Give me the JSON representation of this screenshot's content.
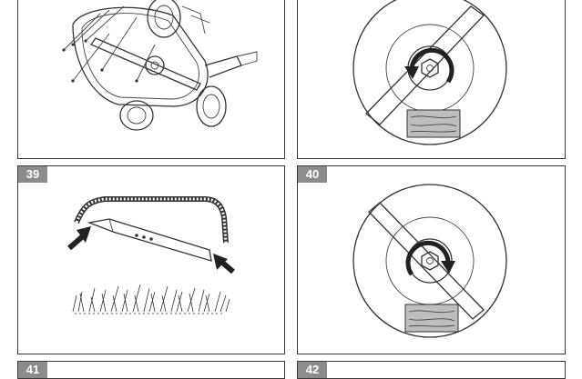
{
  "figures": [
    {
      "id": "fig-38-left",
      "number": ""
    },
    {
      "id": "fig-38-right",
      "number": ""
    },
    {
      "id": "fig-39",
      "number": "39"
    },
    {
      "id": "fig-40",
      "number": "40"
    },
    {
      "id": "fig-41",
      "number": "41"
    },
    {
      "id": "fig-42",
      "number": "42"
    }
  ],
  "colors": {
    "badge_bg": "#8c8c8c",
    "border": "#3a3a3a",
    "line": "#333333",
    "wood": "#bdbdbd"
  },
  "icons": [
    "lawnmower-underside-illustration",
    "rotate-counterclockwise-icon",
    "blade-sharpening-illustration",
    "rotate-clockwise-icon",
    "wood-block-icon",
    "arrow-icon"
  ]
}
